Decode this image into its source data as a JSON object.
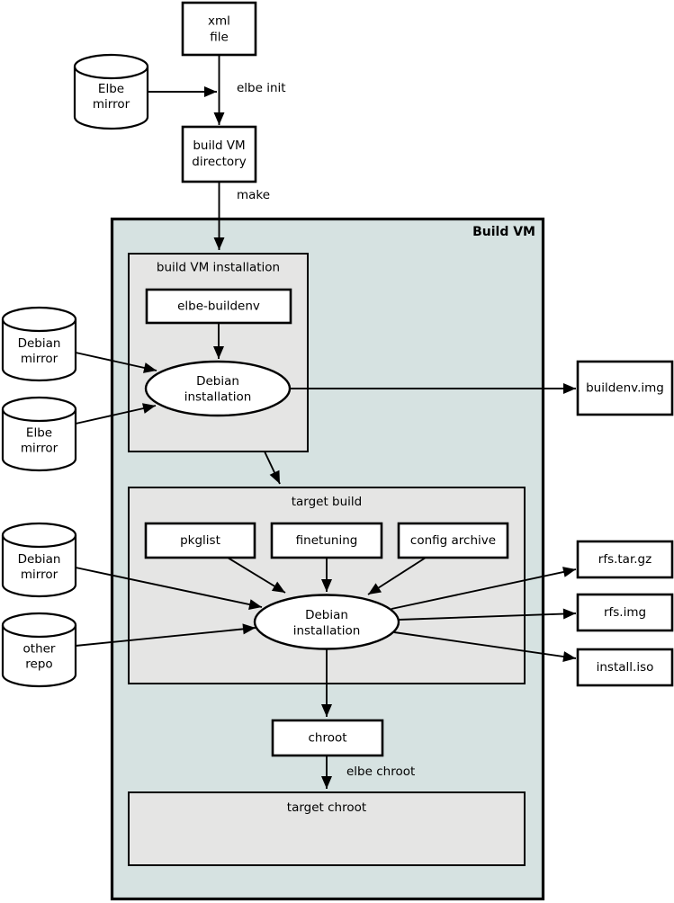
{
  "container": {
    "title": "Build VM"
  },
  "colors": {
    "container_fill": "#d6e2e1",
    "panel_fill": "#e5e5e4",
    "node_fill": "#ffffff",
    "stroke": "#000000"
  },
  "nodes": {
    "xml_file": {
      "lines": [
        "xml",
        "file"
      ]
    },
    "elbe_mirror_top": {
      "lines": [
        "Elbe",
        "mirror"
      ]
    },
    "build_vm_directory": {
      "lines": [
        "build VM",
        "directory"
      ]
    },
    "build_vm_installation": {
      "title": "build VM installation"
    },
    "elbe_buildenv": {
      "label": "elbe-buildenv"
    },
    "debian_installation_buildenv": {
      "lines": [
        "Debian",
        "installation"
      ]
    },
    "debian_mirror_upper": {
      "lines": [
        "Debian",
        "mirror"
      ]
    },
    "elbe_mirror_side": {
      "lines": [
        "Elbe",
        "mirror"
      ]
    },
    "buildenv_img": {
      "label": "buildenv.img"
    },
    "target_build": {
      "title": "target build"
    },
    "pkglist": {
      "label": "pkglist"
    },
    "finetuning": {
      "label": "finetuning"
    },
    "config_archive": {
      "label": "config archive"
    },
    "debian_installation_target": {
      "lines": [
        "Debian",
        "installation"
      ]
    },
    "debian_mirror_lower": {
      "lines": [
        "Debian",
        "mirror"
      ]
    },
    "other_repo": {
      "lines": [
        "other",
        "repo"
      ]
    },
    "rfs_tar_gz": {
      "label": "rfs.tar.gz"
    },
    "rfs_img": {
      "label": "rfs.img"
    },
    "install_iso": {
      "label": "install.iso"
    },
    "chroot": {
      "label": "chroot"
    },
    "target_chroot": {
      "title": "target chroot"
    }
  },
  "edge_labels": {
    "elbe_init": "elbe init",
    "make": "make",
    "elbe_chroot": "elbe chroot"
  }
}
